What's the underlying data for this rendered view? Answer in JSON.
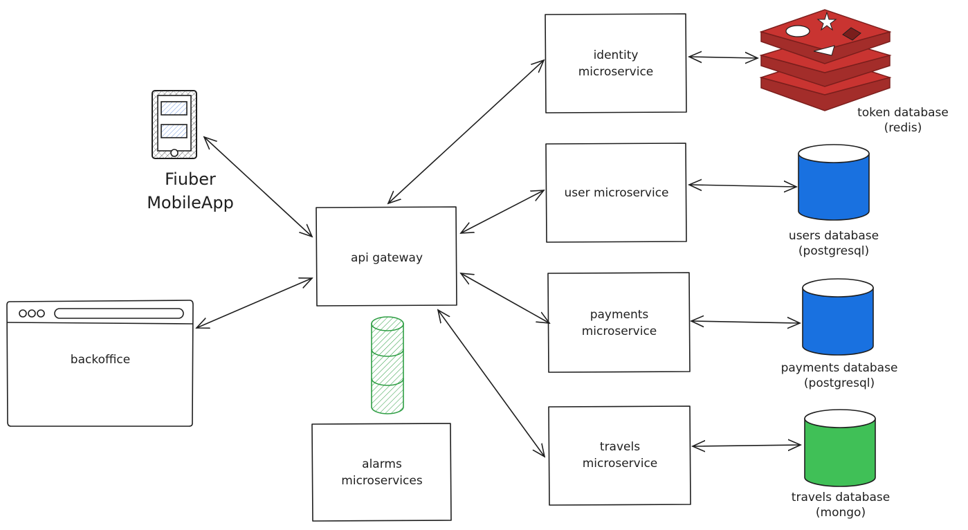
{
  "clients": {
    "mobile_app": {
      "line1": "Fiuber",
      "line2": "MobileApp",
      "icon": "mobile-phone-icon"
    },
    "backoffice": {
      "label": "backoffice",
      "icon": "browser-window-icon"
    }
  },
  "gateway": {
    "label": "api gateway"
  },
  "alarms": {
    "line1": "alarms",
    "line2": "microservices",
    "icon": "green-hatched-cylinder-icon"
  },
  "services": [
    {
      "id": "identity",
      "line1": "identity",
      "line2": "microservice"
    },
    {
      "id": "user",
      "line1": "user microservice",
      "line2": ""
    },
    {
      "id": "payments",
      "line1": "payments",
      "line2": "microservice"
    },
    {
      "id": "travels",
      "line1": "travels",
      "line2": "microservice"
    }
  ],
  "databases": [
    {
      "id": "token",
      "line1": "token database",
      "line2": "(redis)",
      "icon": "redis-stack-icon",
      "color": "#c93431"
    },
    {
      "id": "users",
      "line1": "users database",
      "line2": "(postgresql)",
      "icon": "database-cylinder-icon",
      "color": "#1971e0"
    },
    {
      "id": "payments",
      "line1": "payments database",
      "line2": "(postgresql)",
      "icon": "database-cylinder-icon",
      "color": "#1971e0"
    },
    {
      "id": "travels",
      "line1": "travels database",
      "line2": "(mongo)",
      "icon": "database-cylinder-icon",
      "color": "#40c057"
    }
  ],
  "colors": {
    "ink": "#1e1e1e",
    "alarm_green": "#2f9e44",
    "phone_blue": "#a5c8ff"
  }
}
